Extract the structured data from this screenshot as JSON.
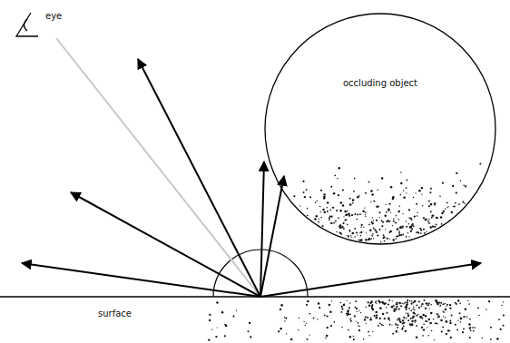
{
  "diagram": {
    "nodes": [
      {
        "text": [
          "occluding object"
        ]
      }
    ],
    "labels": [
      "eye",
      "surface"
    ]
  }
}
